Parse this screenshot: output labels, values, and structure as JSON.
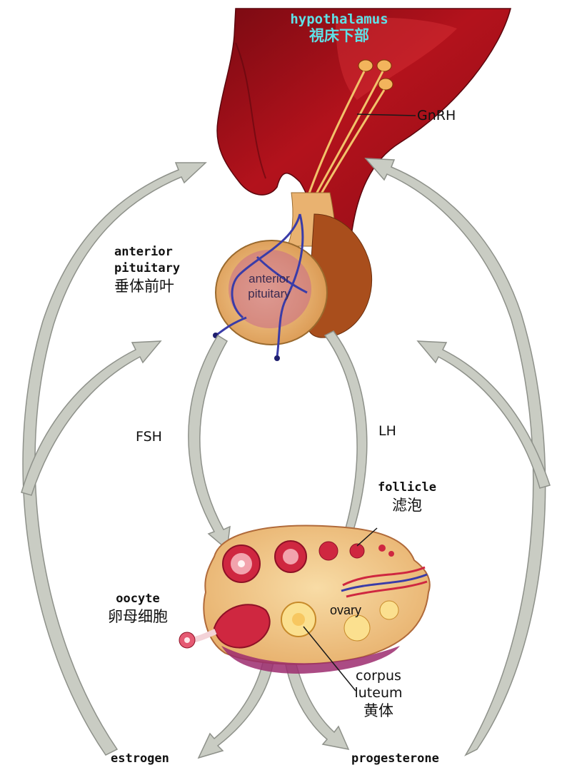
{
  "hypothalamus": {
    "label_en": "hypothalamus",
    "label_zh": "視床下部"
  },
  "hormones": {
    "gnrh": "GnRH",
    "fsh": "FSH",
    "lh": "LH",
    "estrogen": "estrogen",
    "progesterone": "progesterone"
  },
  "pituitary": {
    "side_label_line1": "anterior",
    "side_label_line2": "pituitary",
    "side_label_zh": "垂体前叶",
    "inner_label_line1": "anterior",
    "inner_label_line2": "pituitary"
  },
  "ovary": {
    "follicle_en": "follicle",
    "follicle_zh": "滤泡",
    "oocyte_en": "oocyte",
    "oocyte_zh": "卵母细胞",
    "ovary_label": "ovary",
    "corpus_line1": "corpus",
    "corpus_line2": "luteum",
    "corpus_zh": "黄体"
  },
  "colors": {
    "hypothalamus": "#b3121c",
    "hypothalamus_dark": "#7a0a12",
    "pituitary_tissue": "#e9b270",
    "posterior_lobe": "#a94e1c",
    "arrow_fill": "#c9ccc3",
    "arrow_stroke": "#8e918a",
    "ovary_tissue": "#f2c98a",
    "follicle_red": "#cf2740",
    "vessel_blue": "#3a3ca8"
  }
}
